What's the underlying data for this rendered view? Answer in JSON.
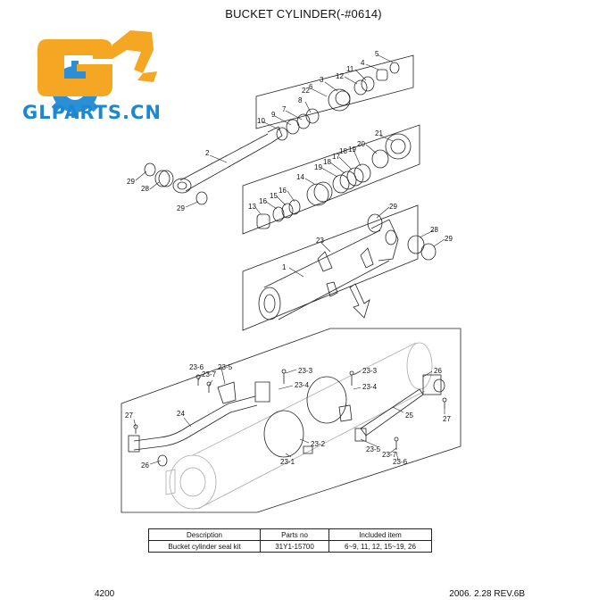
{
  "header": {
    "title": "BUCKET CYLINDER(-#0614)"
  },
  "logo": {
    "text": "GLPARTS.CN",
    "primary_color": "#f5a623",
    "text_color": "#1d88cf"
  },
  "callouts": {
    "c1": "1",
    "c2": "2",
    "c3": "3",
    "c4": "4",
    "c5": "5",
    "c6": "6",
    "c7": "7",
    "c8": "8",
    "c9": "9",
    "c10": "10",
    "c11": "11",
    "c12": "12",
    "c13": "13",
    "c14": "14",
    "c15": "15",
    "c16": "16",
    "c17": "17",
    "c18": "18",
    "c19": "19",
    "c20": "20",
    "c21": "21",
    "c22": "22",
    "c23": "23",
    "c24": "24",
    "c25": "25",
    "c26": "26",
    "c27": "27",
    "c28": "28",
    "c29": "29",
    "c23_1": "23-1",
    "c23_2": "23-2",
    "c23_3": "23-3",
    "c23_4": "23-4",
    "c23_5": "23-5",
    "c23_6": "23-6",
    "c23_7": "23-7"
  },
  "kit_table": {
    "headers": [
      "Description",
      "Parts no",
      "Included item"
    ],
    "rows": [
      [
        "Bucket cylinder seal kit",
        "31Y1-15700",
        "6~9, 11, 12, 15~19, 26"
      ]
    ]
  },
  "footer": {
    "page": "4200",
    "revision": "2006. 2.28  REV.6B"
  }
}
